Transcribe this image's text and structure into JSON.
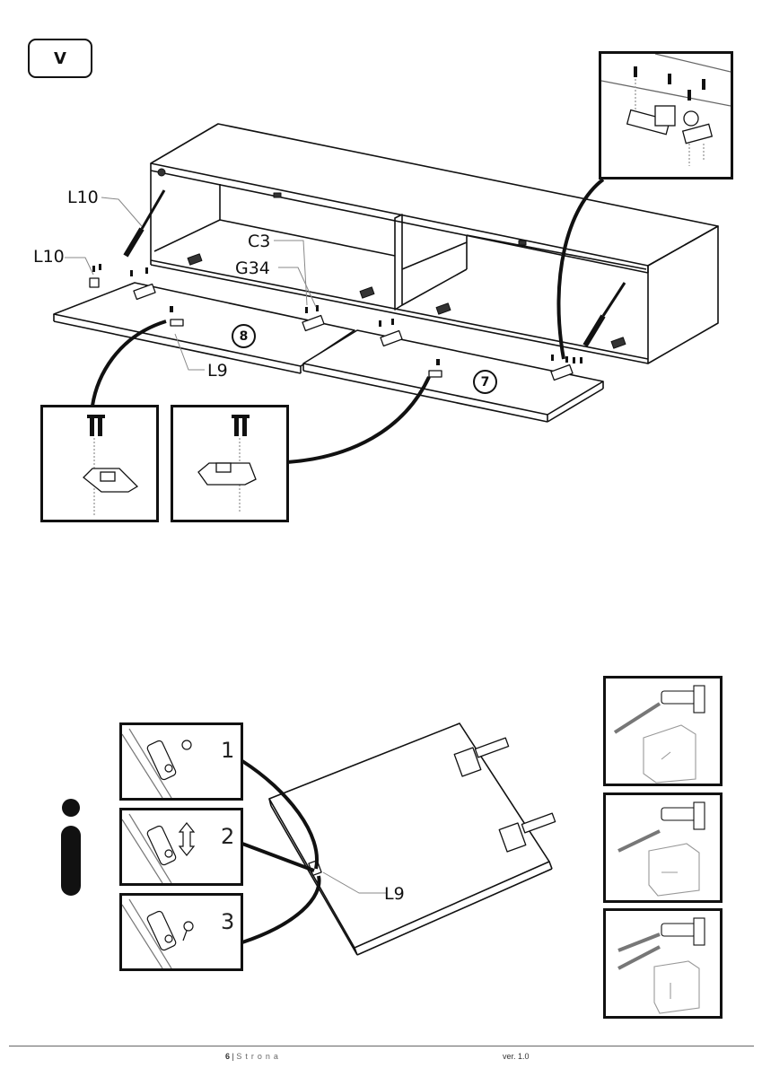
{
  "step": {
    "label": "V"
  },
  "labels": {
    "l10_top": "L10",
    "l10_left": "L10",
    "c3": "C3",
    "g34": "G34",
    "l9_upper": "L9",
    "l9_lower": "L9"
  },
  "panels": {
    "left": "8",
    "right": "7"
  },
  "info_steps": [
    "1",
    "2",
    "3"
  ],
  "footer": {
    "page_number": "6",
    "separator": "|",
    "page_word": "Strona",
    "version": "ver. 1.0"
  }
}
